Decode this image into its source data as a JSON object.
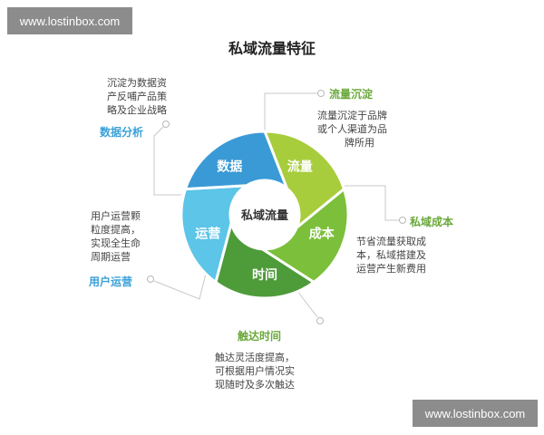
{
  "watermark_top": "www.lostinbox.com",
  "watermark_bottom": "www.lostinbox.com",
  "title": "私域流量特征",
  "center": "私域流量",
  "segments": {
    "traffic": "流量",
    "cost": "成本",
    "time": "时间",
    "operation": "运营",
    "data": "数据"
  },
  "features": {
    "traffic": {
      "label": "流量沉淀",
      "desc": [
        "流量沉淀于品牌",
        "或个人渠道为品",
        "牌所用"
      ]
    },
    "cost": {
      "label": "私域成本",
      "desc": [
        "节省流量获取成",
        "本，私域搭建及",
        "运营产生新费用"
      ]
    },
    "time": {
      "label": "触达时间",
      "desc": [
        "触达灵活度提高，",
        "可根据用户情况实",
        "现随时及多次触达"
      ]
    },
    "operation": {
      "label": "用户运营",
      "desc": [
        "用户运营颗",
        "粒度提高，",
        "实现全生命",
        "周期运营"
      ]
    },
    "data": {
      "label": "数据分析",
      "desc": [
        "沉淀为数据资",
        "产反哺产品策",
        "略及企业战略"
      ]
    }
  },
  "colors": {
    "traffic": "#a8cd3c",
    "cost": "#7cbf3a",
    "time": "#4e9b3a",
    "operation": "#5cc5e8",
    "data": "#3a9ad6",
    "green_label": "#6aa83a",
    "blue_label": "#3aa0d8"
  }
}
